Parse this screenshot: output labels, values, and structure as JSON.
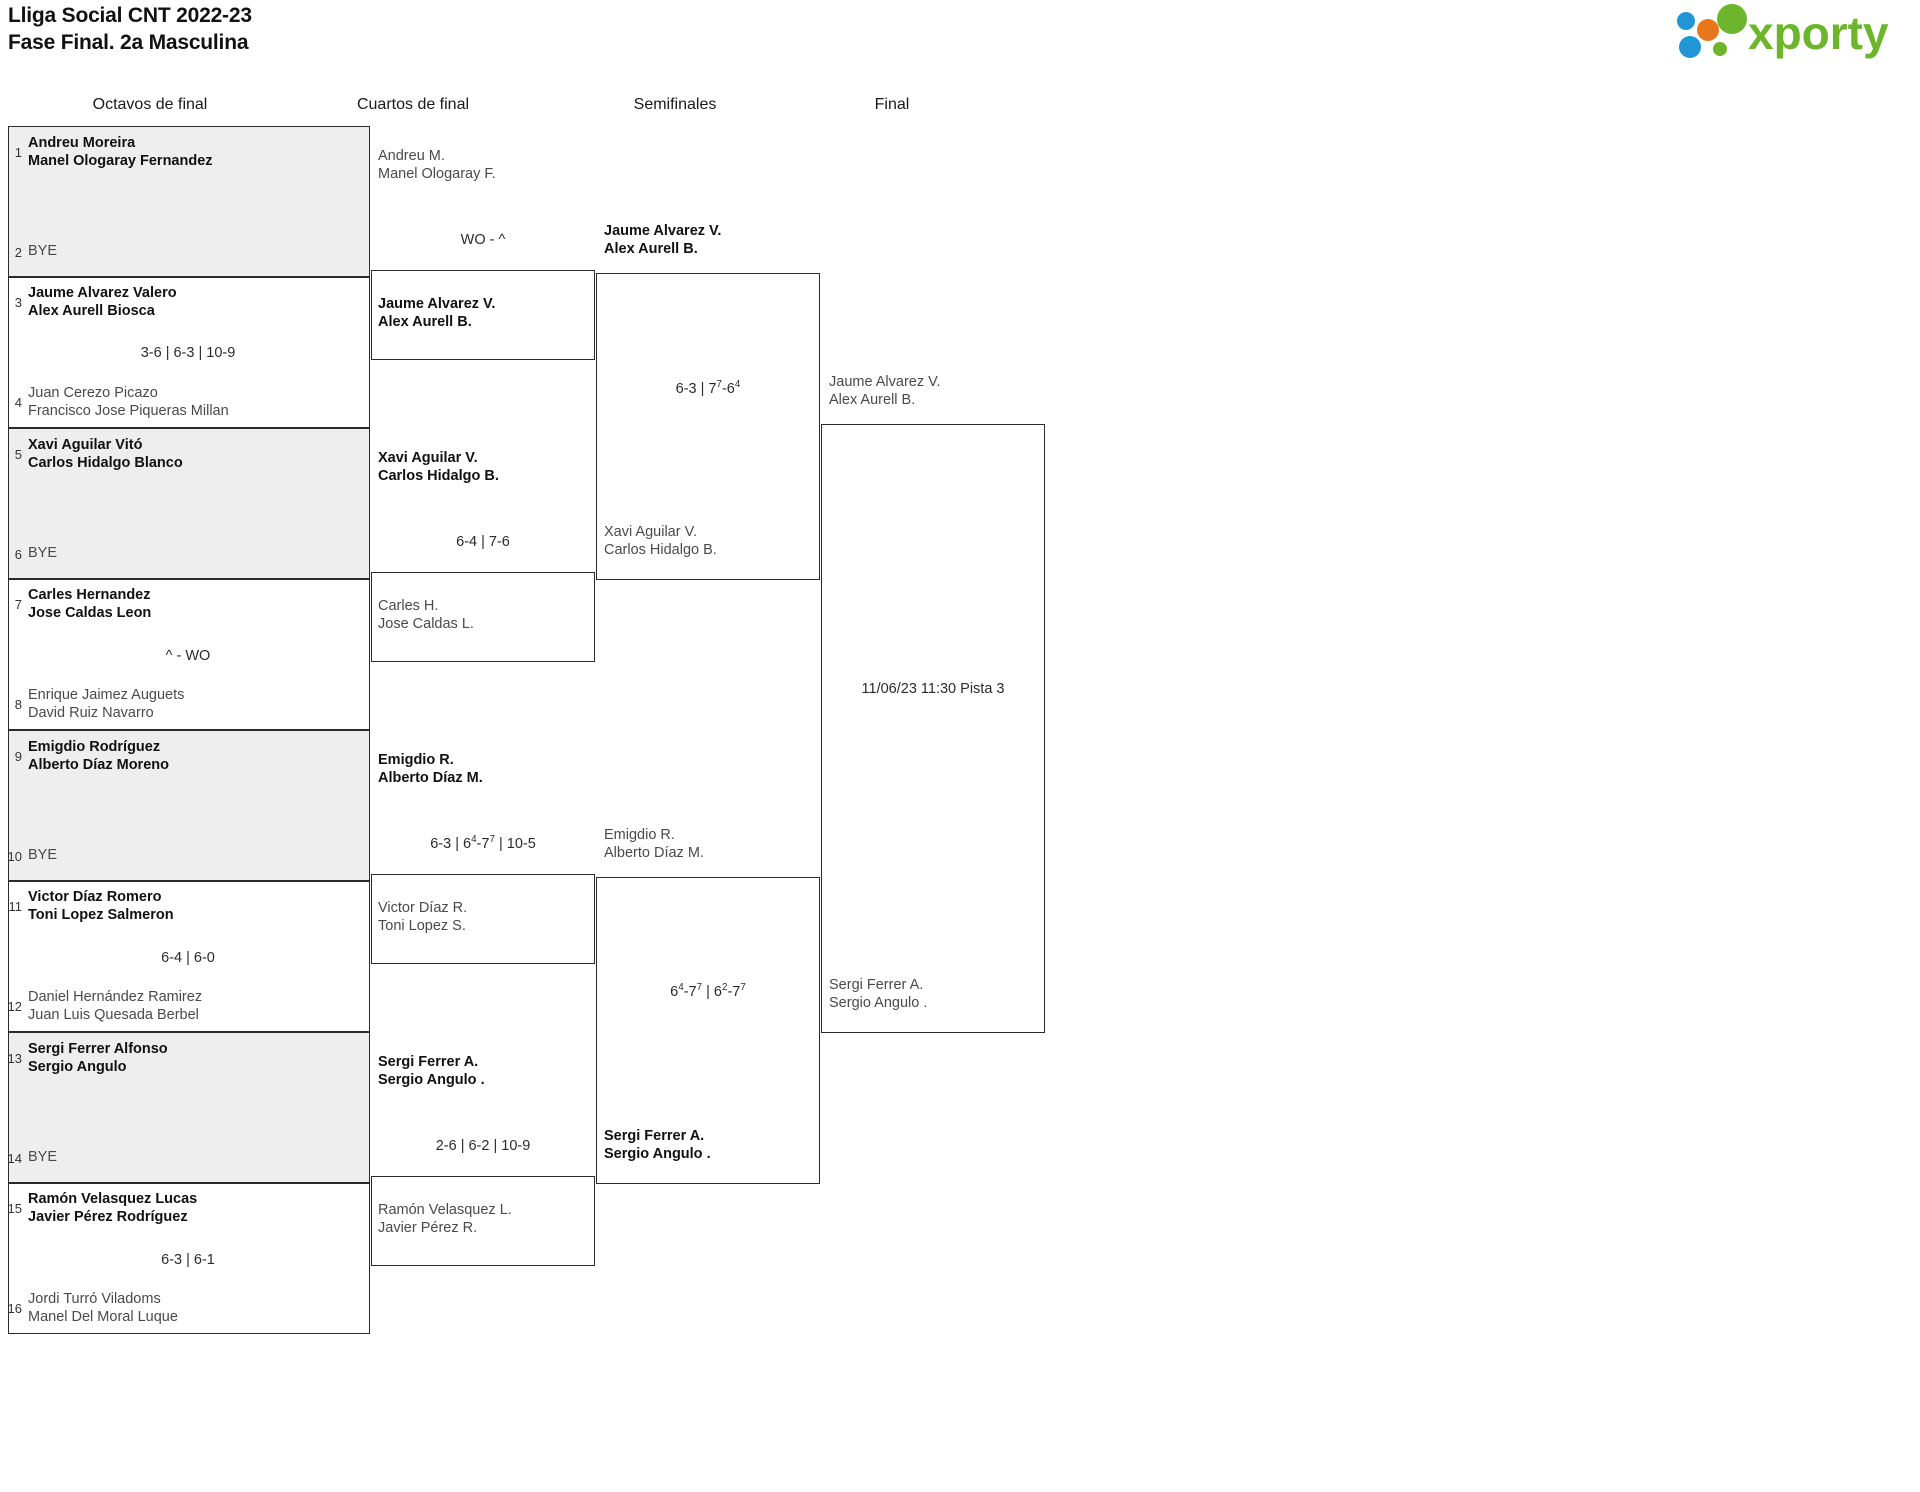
{
  "header": {
    "title_line1": "Lliga Social CNT 2022-23",
    "title_line2": "Fase Final. 2a Masculina",
    "logo": {
      "wordmark": "xporty",
      "dot_colors": [
        "#2196d6",
        "#e8761a",
        "#6cb52d",
        "#2196d6",
        "#6cb52d",
        "#6cb52d"
      ],
      "wordmark_color": "#6cb52d"
    }
  },
  "rounds": [
    {
      "id": "r16",
      "label": "Octavos de final"
    },
    {
      "id": "qf",
      "label": "Cuartos de final"
    },
    {
      "id": "sf",
      "label": "Semifinales"
    },
    {
      "id": "f",
      "label": "Final"
    }
  ],
  "round_of_16": [
    {
      "seed_top": "1",
      "top": {
        "l1": "Andreu Moreira",
        "l2": "Manel Ologaray Fernandez",
        "status": "winner"
      },
      "seed_bottom": "2",
      "bottom": {
        "l1": "BYE",
        "l2": "",
        "status": "bye"
      },
      "score": "",
      "shaded": true
    },
    {
      "seed_top": "3",
      "top": {
        "l1": "Jaume Alvarez Valero",
        "l2": "Alex Aurell Biosca",
        "status": "winner"
      },
      "seed_bottom": "4",
      "bottom": {
        "l1": "Juan Cerezo Picazo",
        "l2": "Francisco Jose Piqueras Millan",
        "status": "loser"
      },
      "score": "3-6 | 6-3 | 10-9",
      "shaded": false
    },
    {
      "seed_top": "5",
      "top": {
        "l1": "Xavi Aguilar Vitó",
        "l2": "Carlos Hidalgo Blanco",
        "status": "winner"
      },
      "seed_bottom": "6",
      "bottom": {
        "l1": "BYE",
        "l2": "",
        "status": "bye"
      },
      "score": "",
      "shaded": true
    },
    {
      "seed_top": "7",
      "top": {
        "l1": "Carles Hernandez",
        "l2": "Jose Caldas Leon",
        "status": "winner"
      },
      "seed_bottom": "8",
      "bottom": {
        "l1": "Enrique Jaimez Auguets",
        "l2": "David Ruiz Navarro",
        "status": "loser"
      },
      "score": "^ - WO",
      "shaded": false
    },
    {
      "seed_top": "9",
      "top": {
        "l1": "Emigdio Rodríguez",
        "l2": "Alberto Díaz Moreno",
        "status": "winner"
      },
      "seed_bottom": "10",
      "bottom": {
        "l1": "BYE",
        "l2": "",
        "status": "bye"
      },
      "score": "",
      "shaded": true
    },
    {
      "seed_top": "11",
      "top": {
        "l1": "Victor Díaz Romero",
        "l2": "Toni Lopez Salmeron",
        "status": "winner"
      },
      "seed_bottom": "12",
      "bottom": {
        "l1": "Daniel Hernández Ramirez",
        "l2": "Juan Luis Quesada Berbel",
        "status": "loser"
      },
      "score": "6-4 | 6-0",
      "shaded": false
    },
    {
      "seed_top": "13",
      "top": {
        "l1": "Sergi Ferrer Alfonso",
        "l2": "Sergio Angulo",
        "status": "winner"
      },
      "seed_bottom": "14",
      "bottom": {
        "l1": "BYE",
        "l2": "",
        "status": "bye"
      },
      "score": "",
      "shaded": true
    },
    {
      "seed_top": "15",
      "top": {
        "l1": "Ramón Velasquez Lucas",
        "l2": "Javier Pérez Rodríguez",
        "status": "winner"
      },
      "seed_bottom": "16",
      "bottom": {
        "l1": "Jordi Turró Viladoms",
        "l2": "Manel Del Moral Luque",
        "status": "loser"
      },
      "score": "6-3 | 6-1",
      "shaded": false
    }
  ],
  "quarter_finals": [
    {
      "top": {
        "l1": "Andreu M.",
        "l2": "Manel Ologaray F.",
        "status": "loser"
      },
      "bottom": {
        "l1": "Jaume Alvarez V.",
        "l2": "Alex Aurell B.",
        "status": "winner"
      },
      "score": "WO - ^"
    },
    {
      "top": {
        "l1": "Xavi Aguilar V.",
        "l2": "Carlos Hidalgo B.",
        "status": "winner"
      },
      "bottom": {
        "l1": "Carles H.",
        "l2": "Jose Caldas L.",
        "status": "loser"
      },
      "score": "6-4 | 7-6"
    },
    {
      "top": {
        "l1": "Emigdio R.",
        "l2": "Alberto Díaz M.",
        "status": "winner"
      },
      "bottom": {
        "l1": "Victor Díaz R.",
        "l2": "Toni Lopez S.",
        "status": "loser"
      },
      "score_parts": [
        {
          "t": "6-3 | 6",
          "sup": ""
        },
        {
          "t": "",
          "sup": "4"
        },
        {
          "t": "-7",
          "sup": ""
        },
        {
          "t": "",
          "sup": "7"
        },
        {
          "t": " | 10-5",
          "sup": ""
        }
      ],
      "score": "6-3 | 6⁴-7⁷ | 10-5"
    },
    {
      "top": {
        "l1": "Sergi Ferrer A.",
        "l2": "Sergio Angulo .",
        "status": "winner"
      },
      "bottom": {
        "l1": "Ramón Velasquez L.",
        "l2": "Javier Pérez R.",
        "status": "loser"
      },
      "score": "2-6 | 6-2 | 10-9"
    }
  ],
  "semi_finals": [
    {
      "top": {
        "l1": "Jaume Alvarez V.",
        "l2": "Alex Aurell B.",
        "status": "winner"
      },
      "bottom": {
        "l1": "Xavi Aguilar V.",
        "l2": "Carlos Hidalgo B.",
        "status": "loser"
      },
      "score": "6-3 | 7⁷-6⁴"
    },
    {
      "top": {
        "l1": "Emigdio R.",
        "l2": "Alberto Díaz M.",
        "status": "loser"
      },
      "bottom": {
        "l1": "Sergi Ferrer A.",
        "l2": "Sergio Angulo .",
        "status": "winner"
      },
      "score": "6⁴-7⁷ | 6²-7⁷"
    }
  ],
  "final": {
    "top": {
      "l1": "Jaume Alvarez V.",
      "l2": "Alex Aurell B.",
      "status": "loser"
    },
    "bottom": {
      "l1": "Sergi Ferrer A.",
      "l2": "Sergio Angulo .",
      "status": "loser"
    },
    "schedule": "11/06/23 11:30 Pista 3"
  }
}
